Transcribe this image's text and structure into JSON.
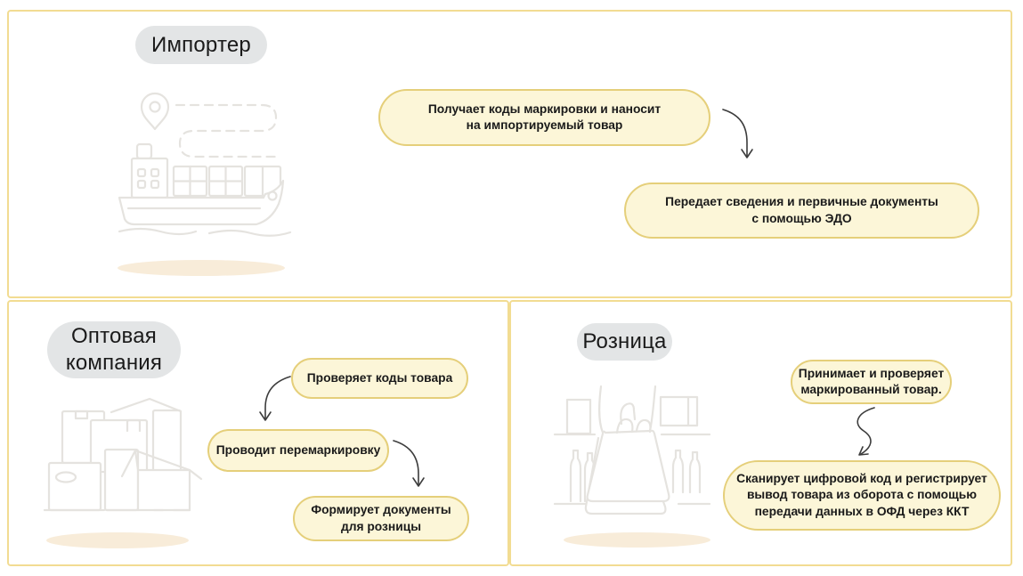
{
  "colors": {
    "panel_border": "#f2dc92",
    "bubble_fill": "#fcf6d8",
    "bubble_border": "#e5cf7a",
    "label_pill_bg": "#e3e5e6",
    "text_dark": "#1a1a1a",
    "arrow": "#3c3c3c",
    "illustration_stroke": "#e5e3df",
    "shadow": "#f8ecd9"
  },
  "importer": {
    "label": "Импортер",
    "icon": "cargo-ship-route-icon",
    "steps": [
      {
        "lines": [
          "Получает коды маркировки и наносит",
          "на импортируемый товар"
        ]
      },
      {
        "lines": [
          "Передает сведения и первичные документы",
          "с помощью ЭДО"
        ]
      }
    ]
  },
  "wholesale": {
    "label_lines": [
      "Оптовая",
      "компания"
    ],
    "icon": "stacked-boxes-icon",
    "steps": [
      {
        "lines": [
          "Проверяет коды товара"
        ]
      },
      {
        "lines": [
          "Проводит перемаркировку"
        ]
      },
      {
        "lines": [
          "Формирует документы",
          "для розницы"
        ]
      }
    ]
  },
  "retail": {
    "label": "Розница",
    "icon": "shopping-bag-shelves-icon",
    "steps": [
      {
        "lines": [
          "Принимает и проверяет",
          "маркированный товар."
        ]
      },
      {
        "lines": [
          "Сканирует цифровой код и регистрирует",
          "вывод товара из оборота с помощью",
          "передачи данных в ОФД через ККТ"
        ]
      }
    ]
  }
}
